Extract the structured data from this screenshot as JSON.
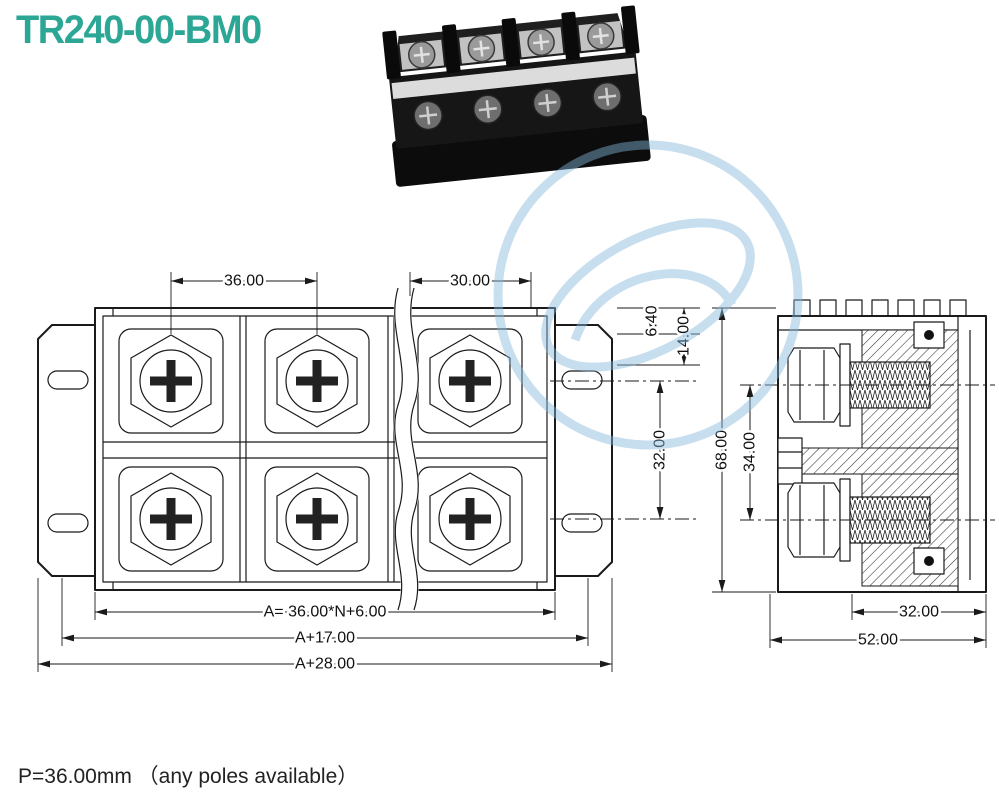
{
  "title": "TR240-00-BM0",
  "footer_note": "P=36.00mm （any poles available）",
  "front_view": {
    "dim_pitch": "36.00",
    "dim_right_span": "30.00",
    "dim_top_offset": "6.40",
    "dim_top_height": "14.00",
    "dim_row_spacing": "32.00",
    "dim_formula": "A= 36.00*N+6.00",
    "dim_a17": "A+17.00",
    "dim_a28": "A+28.00"
  },
  "side_view": {
    "dim_height": "68.00",
    "dim_inner_height": "34.00",
    "dim_width_inner": "32.00",
    "dim_width": "52.00"
  }
}
